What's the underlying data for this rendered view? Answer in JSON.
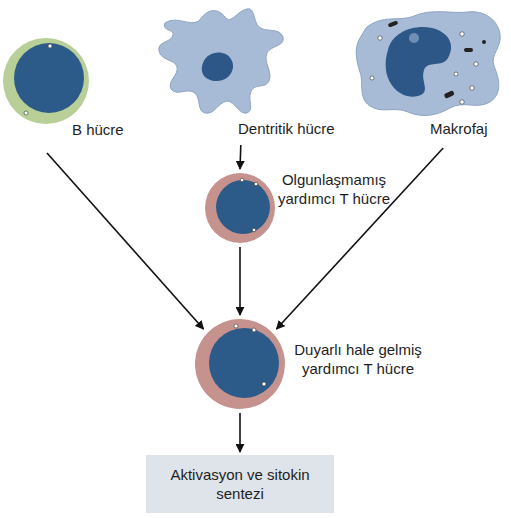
{
  "diagram": {
    "nodes": [
      {
        "text": [
          "B hücre"
        ]
      },
      {
        "text": [
          "Dentritik hücre"
        ]
      },
      {
        "text": [
          "Makrofaj"
        ]
      },
      {
        "text": [
          "Olgunlaşmamış yardımcı T hücre"
        ]
      },
      {
        "text": [
          "Duyarlı hale gelmiş yardımcı T hücre"
        ]
      },
      {
        "text": [
          "Aktivasyon ve sitokin sentezi"
        ]
      }
    ],
    "edges": [
      {
        "from": 0,
        "to": 4,
        "arrow": "to"
      },
      {
        "from": 1,
        "to": 3,
        "arrow": "to"
      },
      {
        "from": 3,
        "to": 4,
        "arrow": "to"
      },
      {
        "from": 2,
        "to": 4,
        "arrow": "to"
      },
      {
        "from": 4,
        "to": 5,
        "arrow": "to"
      }
    ]
  }
}
